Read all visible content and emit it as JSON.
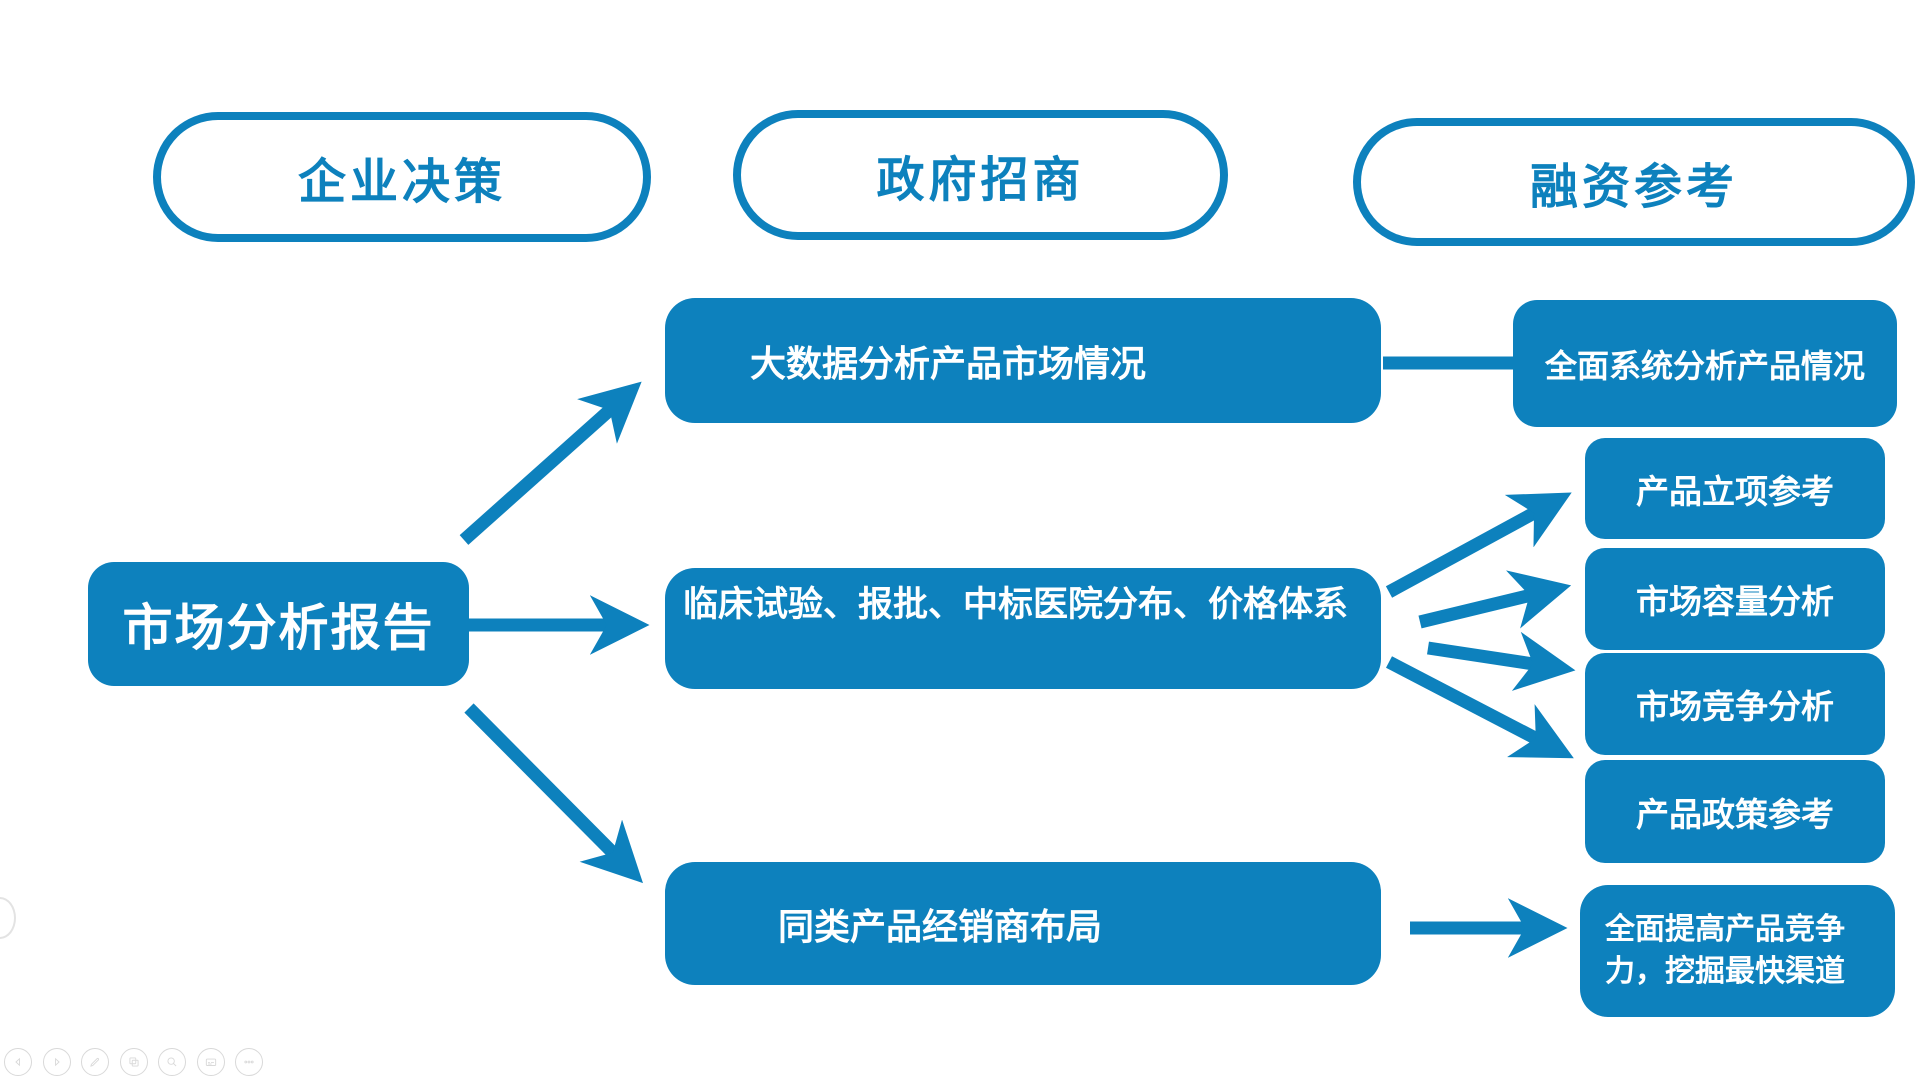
{
  "colors": {
    "accent": "#0d81bd",
    "toolbar_gray": "#d9d9d9"
  },
  "pills": [
    {
      "label": "企业决策"
    },
    {
      "label": "政府招商"
    },
    {
      "label": "融资参考"
    }
  ],
  "root": {
    "label": "市场分析报告"
  },
  "middle": [
    {
      "label": "大数据分析产品市场情况"
    },
    {
      "label": "临床试验、报批、中标医院分布、价格体系"
    },
    {
      "label": "同类产品经销商布局"
    }
  ],
  "right": [
    {
      "label": "全面系统分析产品情况"
    },
    {
      "label": "产品立项参考"
    },
    {
      "label": "市场容量分析"
    },
    {
      "label": "市场竞争分析"
    },
    {
      "label": "产品政策参考"
    },
    {
      "label": "全面提高产品竞争力，挖掘最快渠道"
    }
  ],
  "toolbar": {
    "items": [
      {
        "icon": "previous-slide-icon"
      },
      {
        "icon": "next-slide-icon"
      },
      {
        "icon": "pen-annotate-icon"
      },
      {
        "icon": "slide-panel-icon"
      },
      {
        "icon": "magnifier-icon"
      },
      {
        "icon": "notes-view-icon"
      },
      {
        "icon": "more-options-icon"
      }
    ]
  }
}
